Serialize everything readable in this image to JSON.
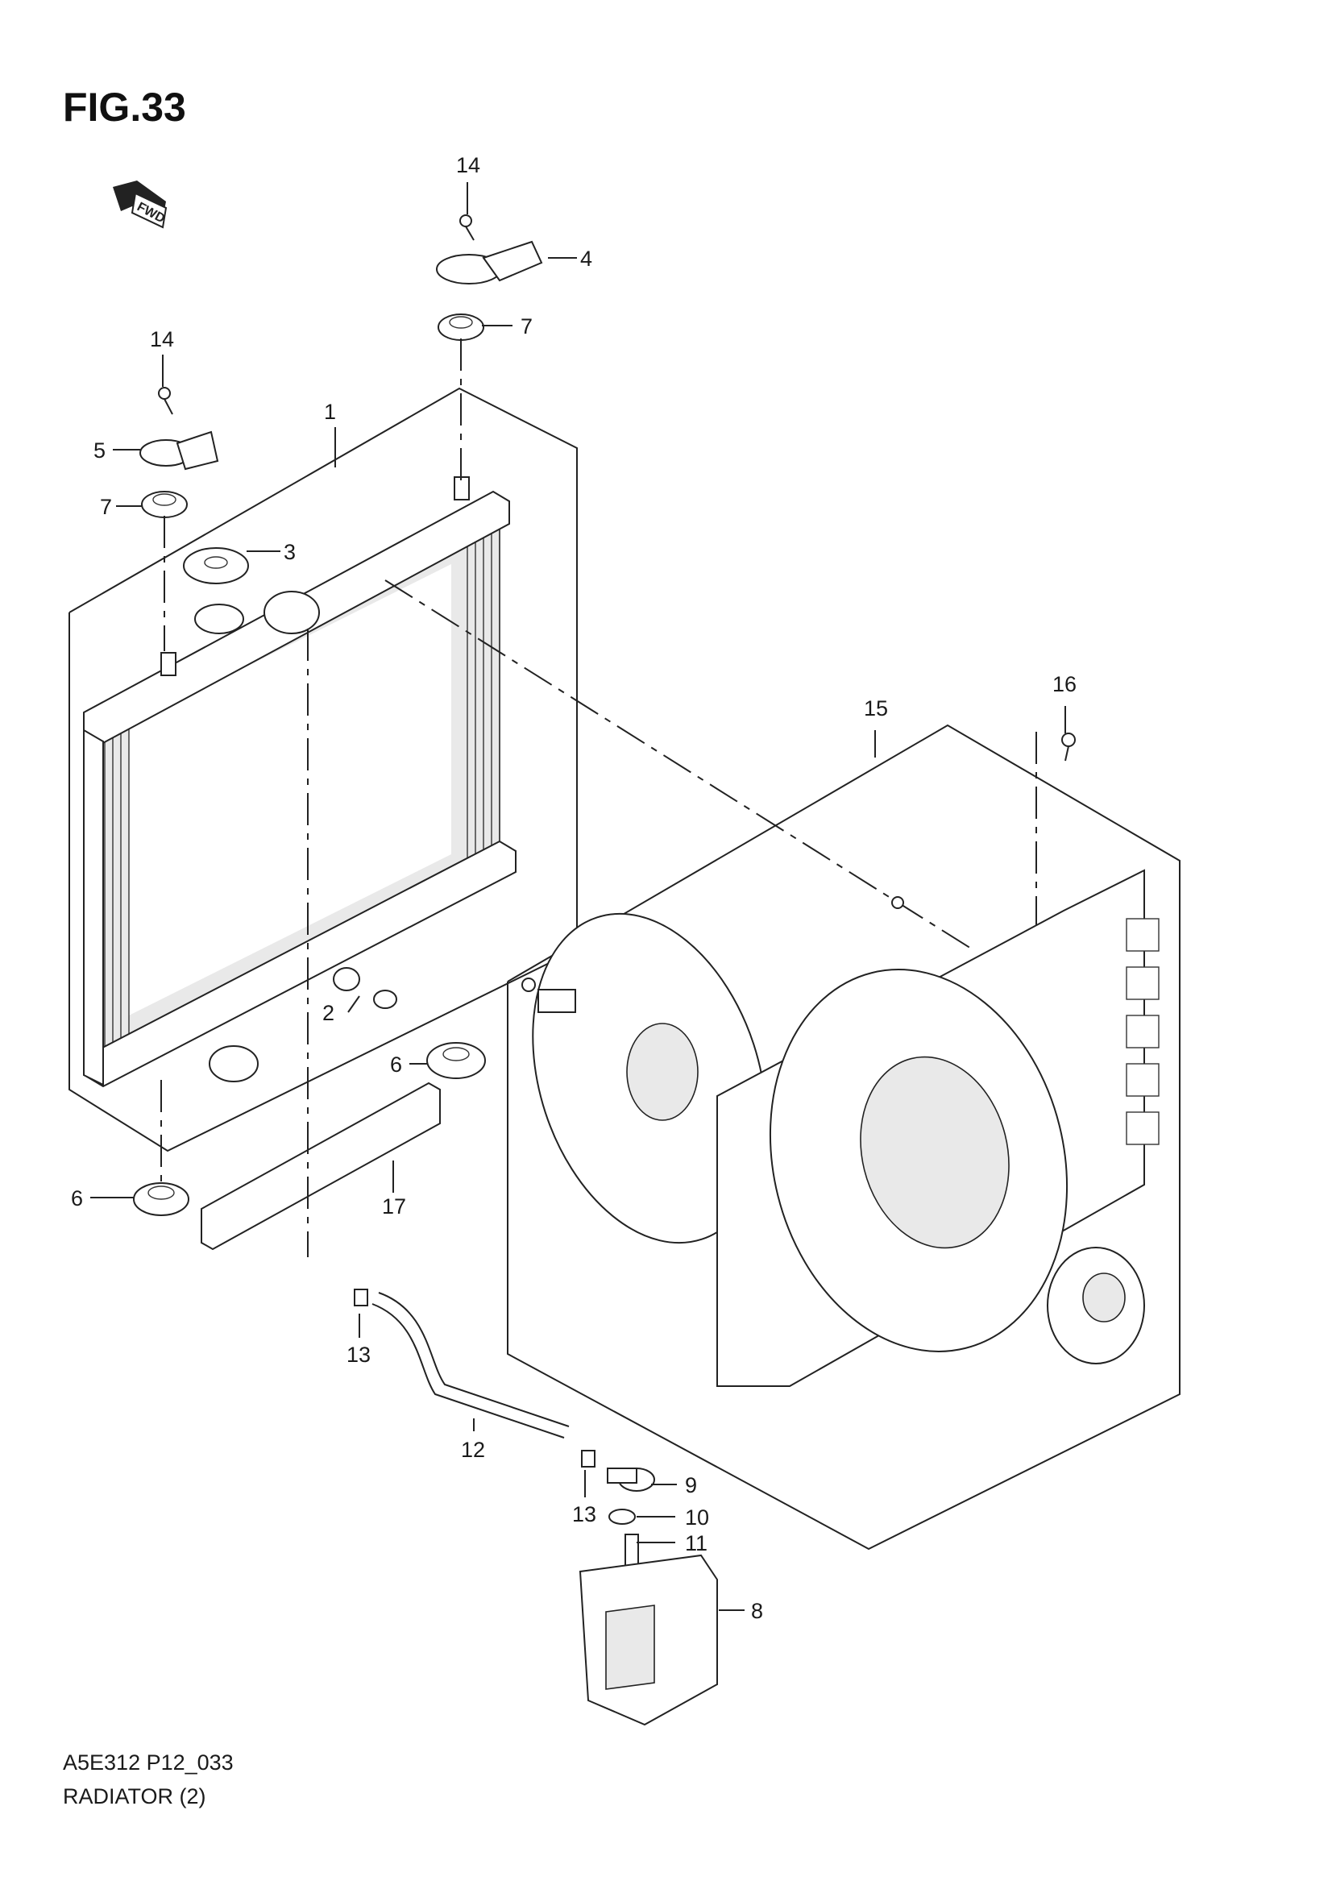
{
  "figure": {
    "title": "FIG.33",
    "direction_tag": "FWD"
  },
  "callouts": [
    {
      "key": "c14a",
      "text": "14"
    },
    {
      "key": "c4",
      "text": "4"
    },
    {
      "key": "c7a",
      "text": "7"
    },
    {
      "key": "c14b",
      "text": "14"
    },
    {
      "key": "c1",
      "text": "1"
    },
    {
      "key": "c5",
      "text": "5"
    },
    {
      "key": "c7b",
      "text": "7"
    },
    {
      "key": "c3",
      "text": "3"
    },
    {
      "key": "c16",
      "text": "16"
    },
    {
      "key": "c15",
      "text": "15"
    },
    {
      "key": "c2",
      "text": "2"
    },
    {
      "key": "c6a",
      "text": "6"
    },
    {
      "key": "c6b",
      "text": "6"
    },
    {
      "key": "c17",
      "text": "17"
    },
    {
      "key": "c13a",
      "text": "13"
    },
    {
      "key": "c12",
      "text": "12"
    },
    {
      "key": "c9",
      "text": "9"
    },
    {
      "key": "c13b",
      "text": "13"
    },
    {
      "key": "c10",
      "text": "10"
    },
    {
      "key": "c11",
      "text": "11"
    },
    {
      "key": "c8",
      "text": "8"
    }
  ],
  "footer": {
    "code": "A5E312 P12_033",
    "caption": "RADIATOR (2)"
  }
}
